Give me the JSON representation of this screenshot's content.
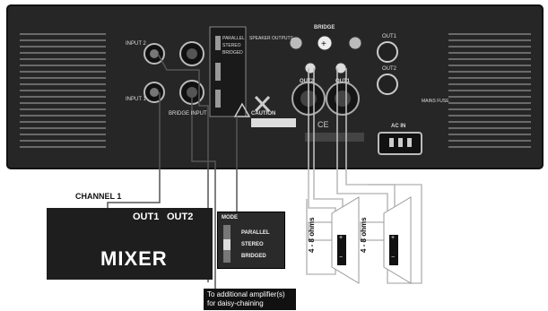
{
  "amp_panel": {
    "input_2_label": "INPUT 2",
    "input_1_label": "INPUT 1",
    "bridge_input_label": "BRIDGE INPUT",
    "speaker_outputs_label": "SPEAKER OUTPUTS",
    "bridge_label": "BRIDGE",
    "out1_label": "OUT1",
    "out2_label": "OUT2",
    "out1_top": "OUT1",
    "out2_top": "OUT2",
    "caution_label": "CAUTION",
    "ac_in_label": "AC IN",
    "mains_fuse_label": "MAINS FUSE",
    "mode_parallel": "PARALLEL",
    "mode_stereo": "STEREO",
    "mode_bridged": "BRIDGED"
  },
  "diagram": {
    "channel_label": "CHANNEL 1",
    "mixer": {
      "out1": "OUT1",
      "out2": "OUT2",
      "name": "MIXER"
    },
    "mode_switch": {
      "title": "MODE",
      "options": [
        "PARALLEL",
        "STEREO",
        "BRIDGED"
      ]
    },
    "daisy_chain_note": "To additional amplifier(s) for daisy-chaining",
    "speakers": [
      {
        "impedance": "4 - 8 ohms",
        "plus": "+",
        "minus": "−"
      },
      {
        "impedance": "4 - 8 ohms",
        "plus": "+",
        "minus": "−"
      }
    ]
  },
  "colors": {
    "panel": "#262626",
    "vents": "#6a6a6a",
    "wire": "#555555",
    "speaker_wire": "#bdbdbd"
  }
}
